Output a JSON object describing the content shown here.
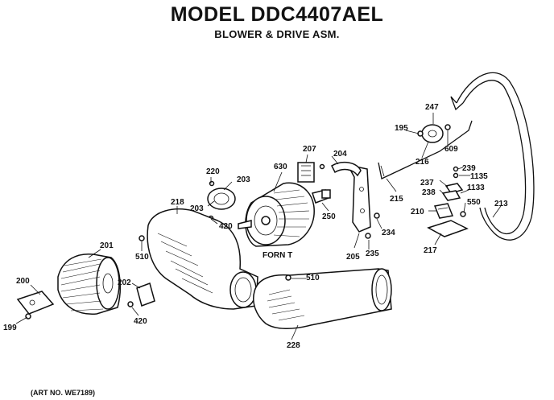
{
  "title": "MODEL DDC4407AEL",
  "subtitle": "BLOWER & DRIVE ASM.",
  "art_no": "(ART NO. WE7189)",
  "motor_label": "FORN T",
  "part_numbers": {
    "p195": "195",
    "p199": "199",
    "p200": "200",
    "p201": "201",
    "p202": "202",
    "p203a": "203",
    "p203b": "203",
    "p204": "204",
    "p205": "205",
    "p207": "207",
    "p210": "210",
    "p213": "213",
    "p215": "215",
    "p216": "216",
    "p217": "217",
    "p218": "218",
    "p220": "220",
    "p228": "228",
    "p234": "234",
    "p235": "235",
    "p237": "237",
    "p238": "238",
    "p239": "239",
    "p247": "247",
    "p250": "250",
    "p420a": "420",
    "p420b": "420",
    "p510a": "510",
    "p510b": "510",
    "p550": "550",
    "p609": "609",
    "p630": "630",
    "p1133": "1133",
    "p1135": "1135"
  }
}
